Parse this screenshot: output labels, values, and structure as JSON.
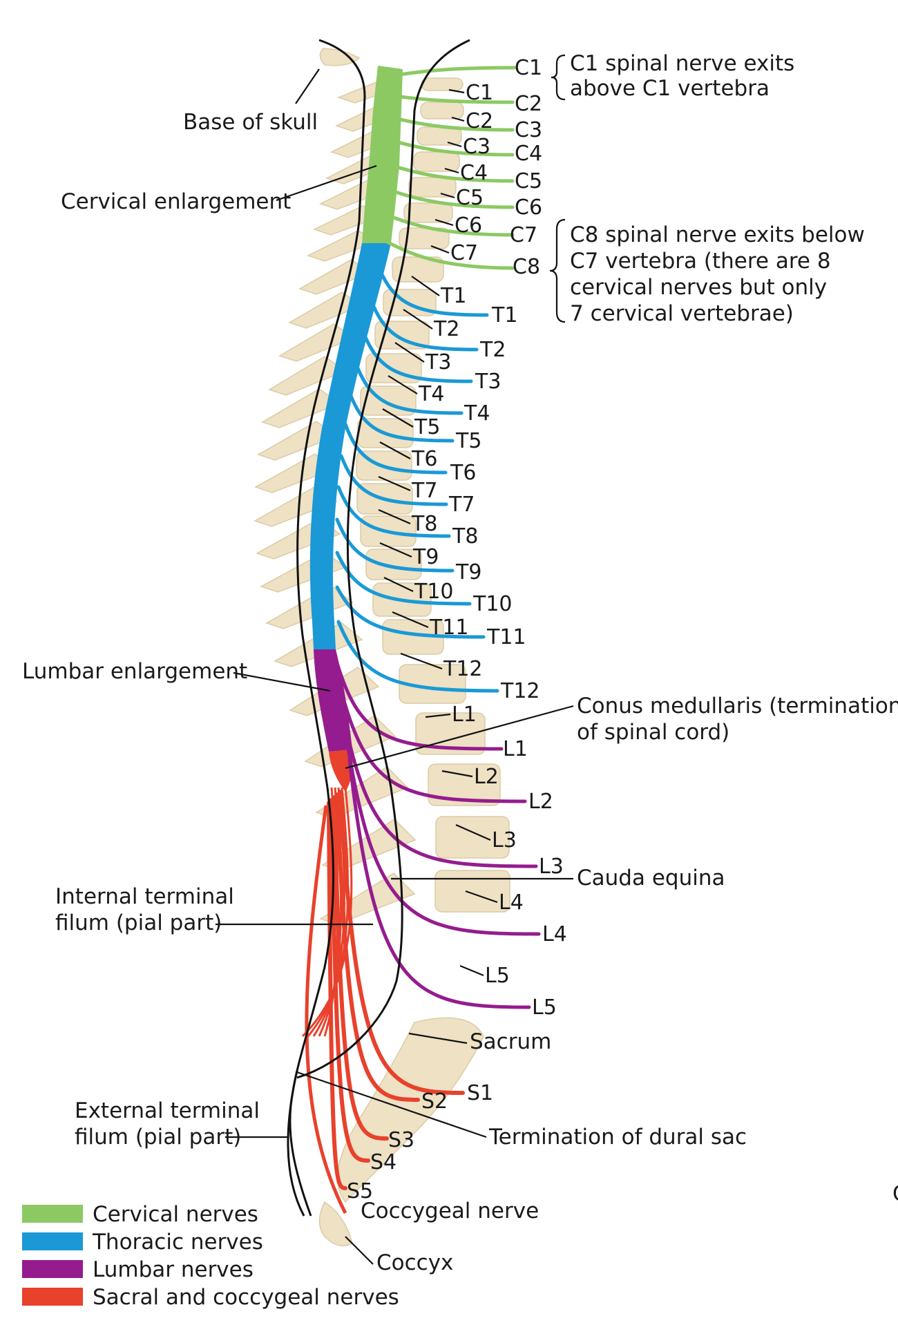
{
  "colors": {
    "cervical": "#8cc963",
    "thoracic": "#1a99d6",
    "lumbar": "#951c8e",
    "sacral": "#e8412c",
    "bone": "#eee1c4"
  },
  "structures": {
    "base_of_skull": "Base of skull",
    "cervical_enlargement": "Cervical enlargement",
    "lumbar_enlargement": "Lumbar enlargement",
    "internal_filum_line1": "Internal terminal",
    "internal_filum_line2": "filum (pial part)",
    "external_filum_line1": "External terminal",
    "external_filum_line2": "filum (pial part)",
    "conus_line1": "Conus medullaris (termination",
    "conus_line2": "of spinal cord)",
    "cauda_equina": "Cauda equina",
    "sacrum": "Sacrum",
    "termination_dural_sac": "Termination of dural sac",
    "coccygeal_nerve": "Coccygeal nerve",
    "coccyx": "Coccyx"
  },
  "notes": {
    "c1_line1": "C1 spinal nerve exits",
    "c1_line2": "above C1 vertebra",
    "c8_line1": "C8 spinal nerve exits below",
    "c8_line2": "C7 vertebra (there are 8",
    "c8_line3": "cervical nerves but only",
    "c8_line4": "7 cervical vertebrae)"
  },
  "vertebrae": [
    "C1",
    "C2",
    "C3",
    "C4",
    "C5",
    "C6",
    "C7",
    "T1",
    "T2",
    "T3",
    "T4",
    "T5",
    "T6",
    "T7",
    "T8",
    "T9",
    "T10",
    "T11",
    "T12",
    "L1",
    "L2",
    "L3",
    "L4",
    "L5"
  ],
  "nerves": {
    "cervical": [
      "C1",
      "C2",
      "C3",
      "C4",
      "C5",
      "C6",
      "C7",
      "C8"
    ],
    "thoracic": [
      "T1",
      "T2",
      "T3",
      "T4",
      "T5",
      "T6",
      "T7",
      "T8",
      "T9",
      "T10",
      "T11",
      "T12"
    ],
    "lumbar": [
      "L1",
      "L2",
      "L3",
      "L4",
      "L5"
    ],
    "sacral": [
      "S1",
      "S2",
      "S3",
      "S4",
      "S5"
    ]
  },
  "legend": [
    {
      "label": "Cervical nerves",
      "color": "#8cc963"
    },
    {
      "label": "Thoracic nerves",
      "color": "#1a99d6"
    },
    {
      "label": "Lumbar nerves",
      "color": "#951c8e"
    },
    {
      "label": "Sacral and coccygeal nerves",
      "color": "#e8412c"
    }
  ],
  "edge_fragment": "C"
}
